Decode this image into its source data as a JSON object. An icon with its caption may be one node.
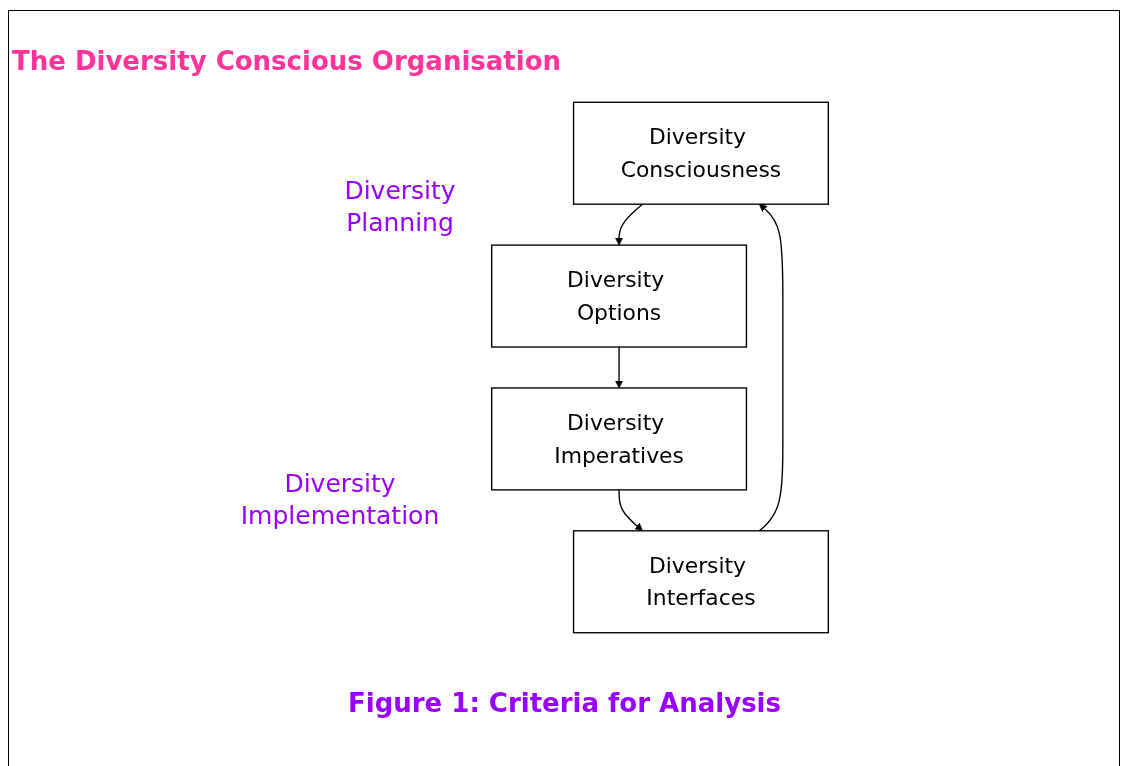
{
  "diagram": {
    "title": "The Diversity Conscious Organisation",
    "caption": "Figure 1: Criteria for Analysis",
    "nodes": [
      {
        "text": [
          "Diversity Consciousness"
        ]
      },
      {
        "text": [
          "Diversity Options"
        ]
      },
      {
        "text": [
          "Diversity Imperatives"
        ]
      },
      {
        "text": [
          "Diversity Interfaces"
        ]
      }
    ],
    "edges": [
      {
        "from": 0,
        "to": 1,
        "arrow": "to"
      },
      {
        "from": 1,
        "to": 2,
        "arrow": "to"
      },
      {
        "from": 2,
        "to": 3,
        "arrow": "to"
      },
      {
        "from": 3,
        "to": 0,
        "arrow": "to"
      }
    ],
    "labels": [
      "Diversity Planning",
      "Diversity Implementation"
    ]
  }
}
